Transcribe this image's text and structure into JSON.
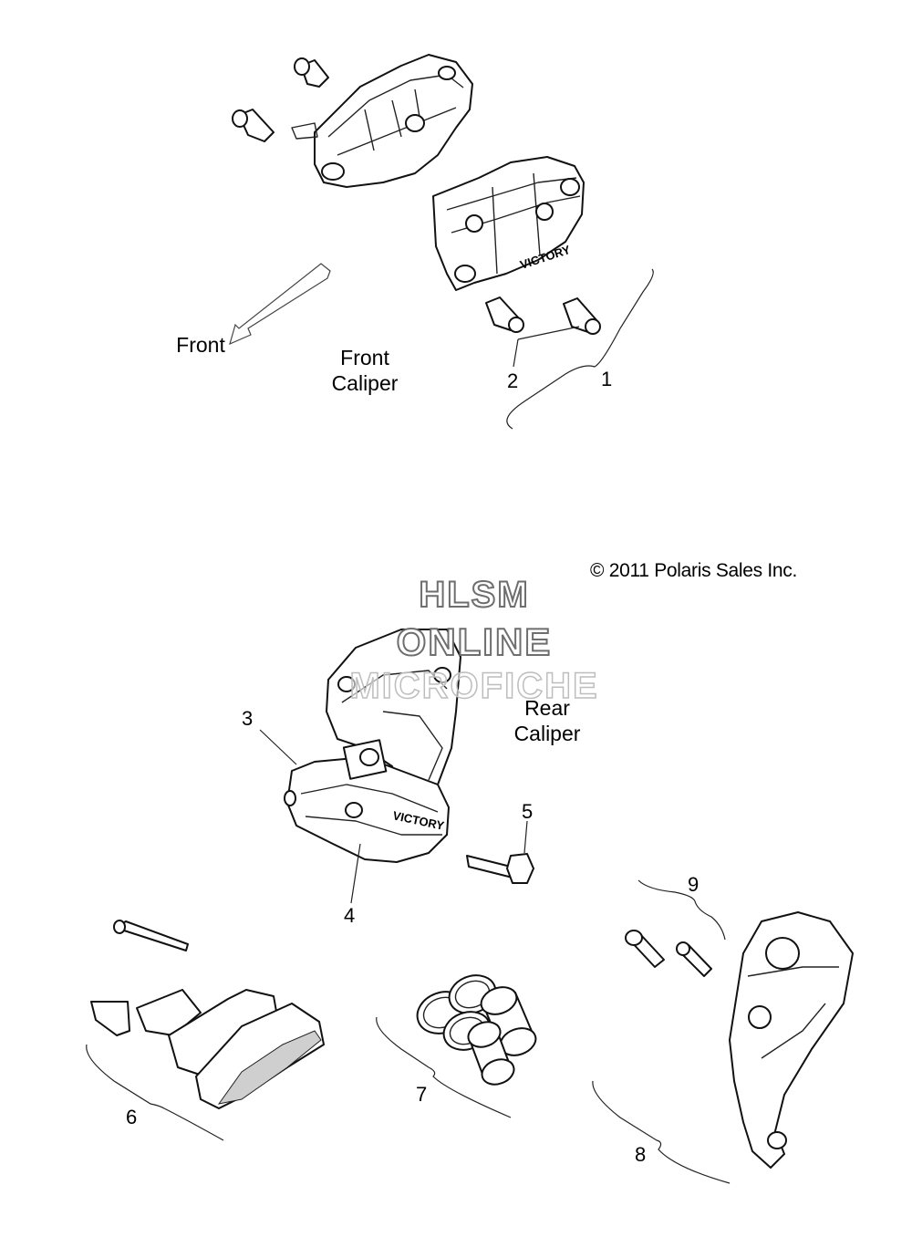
{
  "labels": {
    "front_arrow": "Front",
    "front_caliper": "Front\nCaliper",
    "rear_caliper": "Rear\nCaliper",
    "copyright": "© 2011 Polaris Sales Inc."
  },
  "watermark": {
    "line1": "HLSM",
    "line2": "ONLINE",
    "line3": "MICROFICHE"
  },
  "callouts": [
    "1",
    "2",
    "3",
    "4",
    "5",
    "6",
    "7",
    "8",
    "9"
  ],
  "brand_mark": "VICTORY"
}
